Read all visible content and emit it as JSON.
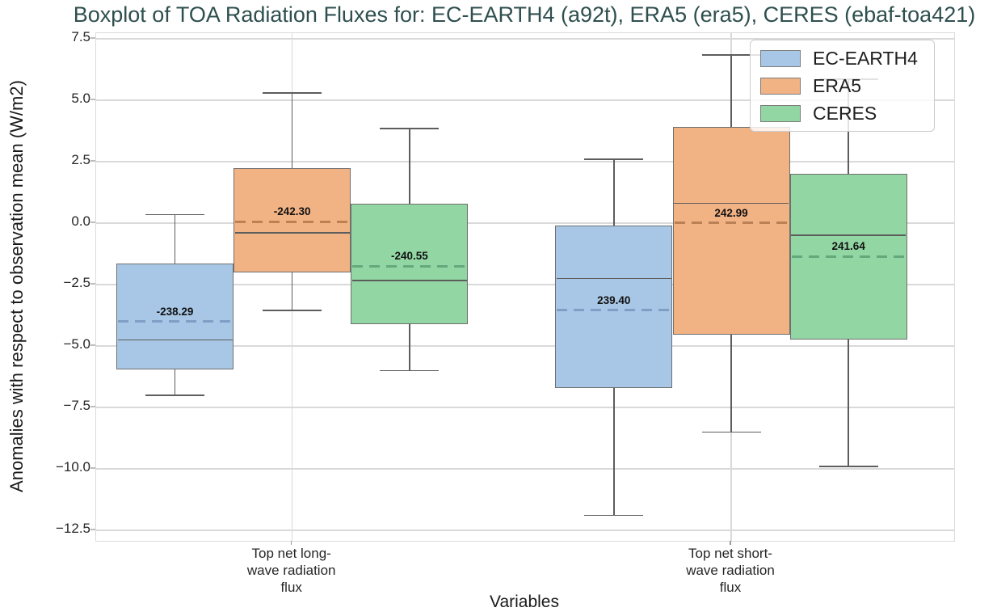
{
  "chart_data": {
    "type": "boxplot",
    "title": "Boxplot of TOA Radiation Fluxes for: EC-EARTH4 (a92t), ERA5 (era5), CERES (ebaf-toa421)",
    "xlabel": "Variables",
    "ylabel": "Anomalies with respect to observation mean (W/m2)",
    "ylim": [
      -12.93,
      7.73
    ],
    "grid": true,
    "legend_position": "upper right",
    "yticks": [
      7.5,
      5.0,
      2.5,
      0.0,
      -2.5,
      -5.0,
      -7.5,
      -10.0,
      -12.5
    ],
    "ytick_labels": [
      "7.5",
      "5.0",
      "2.5",
      "0.0",
      "−2.5",
      "−5.0",
      "−7.5",
      "−10.0",
      "−12.5"
    ],
    "categories": [
      "Top net long-\nwave radiation\nflux",
      "Top net short-\nwave radiation\nflux"
    ],
    "series": [
      {
        "name": "EC-EARTH4",
        "color": "#a8c7e6",
        "mean_dash_color": "#7e9fc5",
        "boxes": [
          {
            "category": "Top net long-wave radiation flux",
            "whisker_low": -7.0,
            "q1": -5.95,
            "median": -4.75,
            "mean_anomaly": -4.0,
            "q3": -1.65,
            "whisker_high": 0.35,
            "mean_label": "-238.29"
          },
          {
            "category": "Top net short-wave radiation flux",
            "whisker_low": -11.9,
            "q1": -6.7,
            "median": -2.25,
            "mean_anomaly": -3.55,
            "q3": -0.1,
            "whisker_high": 2.6,
            "mean_label": "239.40"
          }
        ]
      },
      {
        "name": "ERA5",
        "color": "#f1b284",
        "mean_dash_color": "#bb8154",
        "boxes": [
          {
            "category": "Top net long-wave radiation flux",
            "whisker_low": -3.55,
            "q1": -2.0,
            "median": -0.4,
            "mean_anomaly": 0.05,
            "q3": 2.25,
            "whisker_high": 5.3,
            "mean_label": "-242.30"
          },
          {
            "category": "Top net short-wave radiation flux",
            "whisker_low": -8.5,
            "q1": -4.55,
            "median": 0.8,
            "mean_anomaly": 0.0,
            "q3": 3.9,
            "whisker_high": 6.85,
            "mean_label": "242.99"
          }
        ]
      },
      {
        "name": "CERES",
        "color": "#92d7a3",
        "mean_dash_color": "#63a97c",
        "boxes": [
          {
            "category": "Top net long-wave radiation flux",
            "whisker_low": -6.0,
            "q1": -4.1,
            "median": -2.33,
            "mean_anomaly": -1.75,
            "q3": 0.8,
            "whisker_high": 3.85,
            "mean_label": "-240.55"
          },
          {
            "category": "Top net short-wave radiation flux",
            "whisker_low": -9.9,
            "q1": -4.75,
            "median": -0.5,
            "mean_anomaly": -1.35,
            "q3": 2.0,
            "whisker_high": 5.85,
            "mean_label": "241.64"
          }
        ]
      }
    ]
  }
}
